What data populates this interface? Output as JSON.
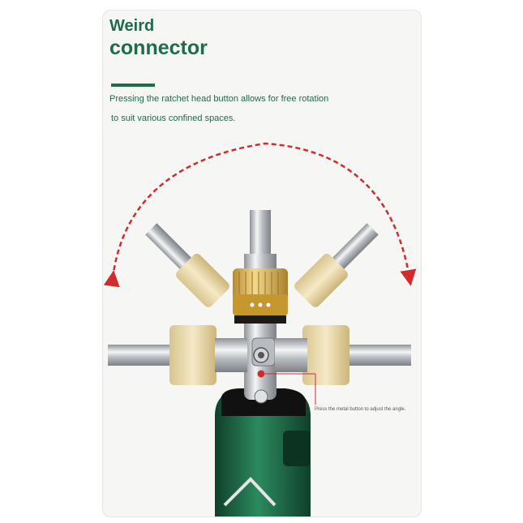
{
  "header": {
    "title_line1": "Weird",
    "title_line2": "connector",
    "description_line1": "Pressing the ratchet head button allows for free rotation",
    "description_line2": "to suit various confined spaces."
  },
  "annotation": {
    "text": "Press the metal button to adjust the angle."
  },
  "colors": {
    "brand_green": "#1f6b4b",
    "arrow_red": "#d32a2a",
    "brass": "#d8b25a",
    "chrome": "#c9ccd0"
  },
  "icons": {
    "rotation_arrow": "curved-dashed-double-arrow-icon"
  }
}
